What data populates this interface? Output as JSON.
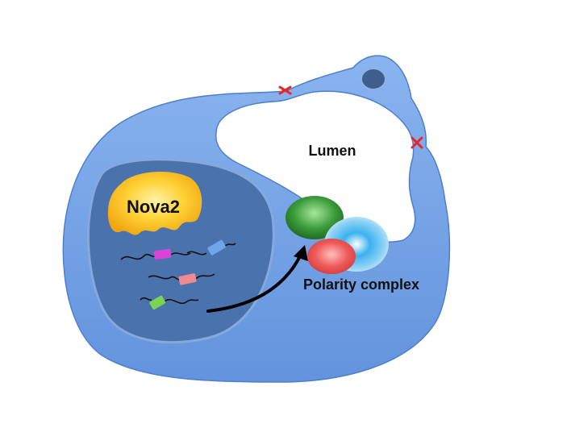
{
  "labels": {
    "lumen": "Lumen",
    "nova2": "Nova2",
    "polarity_complex": "Polarity complex"
  },
  "colors": {
    "cell_fill": "#6f9fe6",
    "cell_stroke": "#4d7fcb",
    "nucleus_fill": "#4a73ad",
    "nucleus_stroke": "#86a9dc",
    "nova2_fill": "#f6c21a",
    "junction": "#e8262a",
    "polarity_green": "#3a9a3a",
    "polarity_blue": "#3aa7e8",
    "polarity_red": "#e85050",
    "arrow": "#000000"
  },
  "icons": [
    "tight-junction-icon",
    "rna-transcript-icon",
    "arrow-icon"
  ]
}
